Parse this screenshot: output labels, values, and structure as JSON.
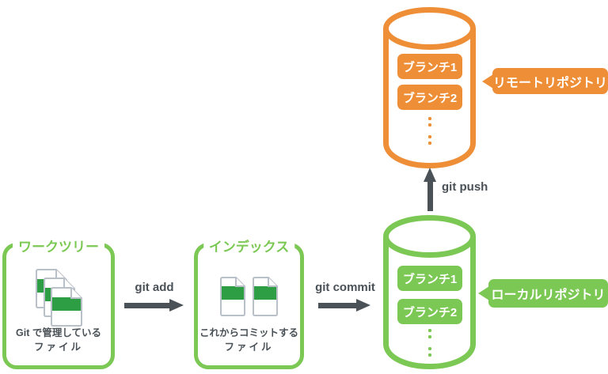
{
  "colors": {
    "green": "#7cc854",
    "orange": "#ee8f38",
    "file_band_green": "#2e9e44",
    "arrow_gray": "#4a5157",
    "file_outline_gray": "#b9c0c8"
  },
  "worktree": {
    "title": "ワークツリー",
    "caption_line1": "Git で管理している",
    "caption_line2": "ファイル"
  },
  "index": {
    "title": "インデックス",
    "caption_line1": "これからコミットする",
    "caption_line2": "ファイル"
  },
  "arrows": {
    "git_add": "git add",
    "git_commit": "git commit",
    "git_push": "git push"
  },
  "local_repo": {
    "label": "ローカルリポジトリ",
    "branches": [
      "ブランチ1",
      "ブランチ2"
    ]
  },
  "remote_repo": {
    "label": "リモートリポジトリ",
    "branches": [
      "ブランチ1",
      "ブランチ2"
    ]
  }
}
